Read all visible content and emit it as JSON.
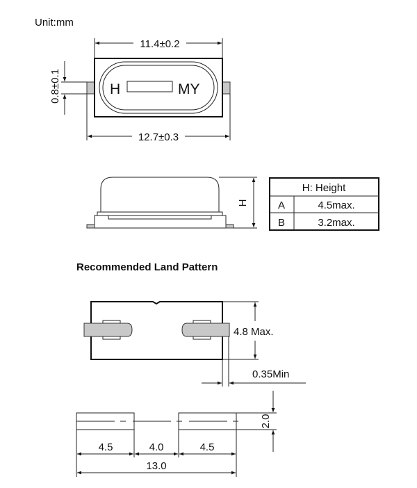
{
  "unit_label": "Unit:mm",
  "top_view": {
    "marking_left": "H",
    "marking_right": "MY",
    "dim_body_length": "11.4±0.2",
    "dim_total_length": "12.7±0.3",
    "dim_lead_width": "0.8±0.1"
  },
  "side_view": {
    "height_symbol": "H",
    "table": {
      "header": "H: Height",
      "rows": [
        {
          "type": "A",
          "value": "4.5max."
        },
        {
          "type": "B",
          "value": "3.2max."
        }
      ]
    }
  },
  "land_pattern": {
    "title": "Recommended Land Pattern",
    "dim_max_width": "4.8 Max.",
    "dim_gap": "0.35Min",
    "dim_pad_height": "2.0",
    "dim_pad_left": "4.5",
    "dim_pad_gap": "4.0",
    "dim_pad_right": "4.5",
    "dim_total": "13.0"
  }
}
